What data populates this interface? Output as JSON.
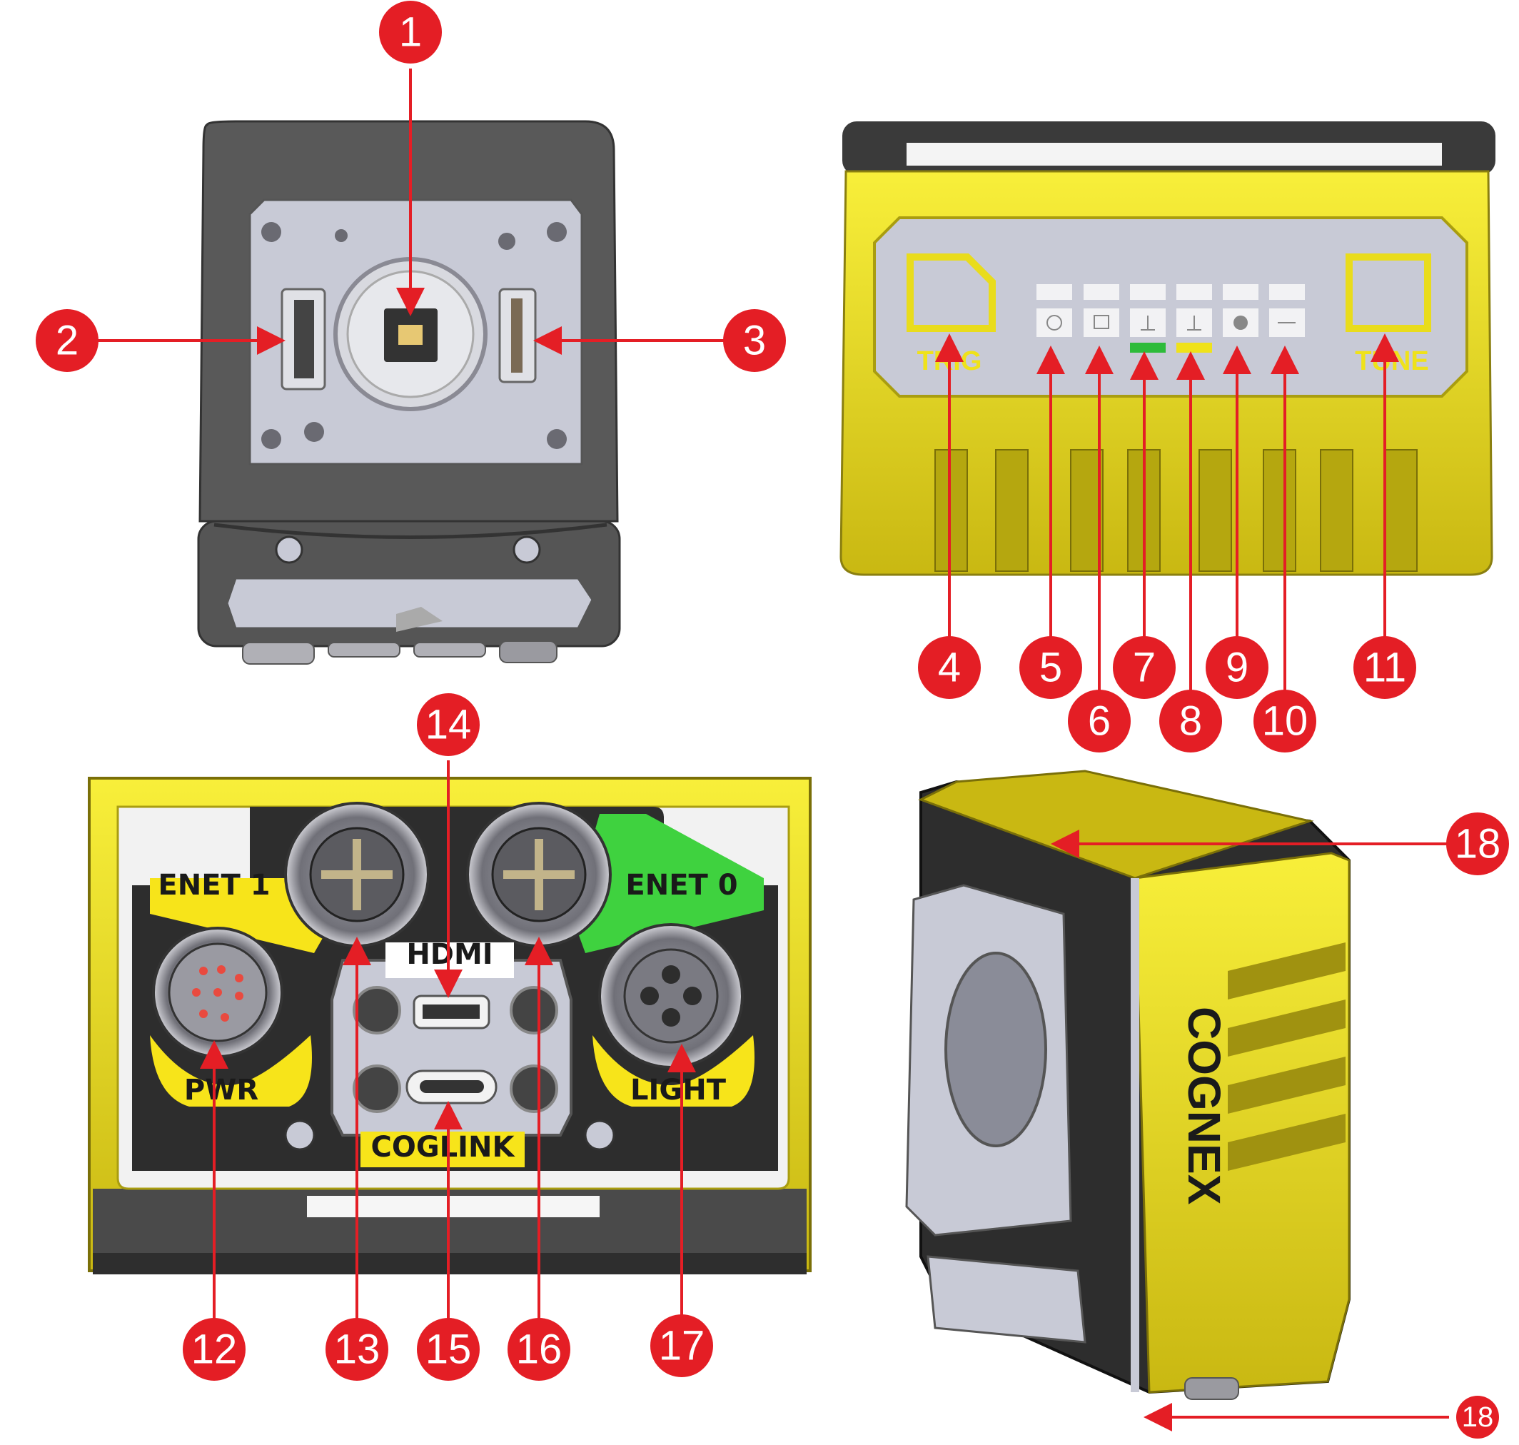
{
  "callouts": [
    "1",
    "2",
    "3",
    "4",
    "5",
    "6",
    "7",
    "8",
    "9",
    "10",
    "11",
    "12",
    "13",
    "14",
    "15",
    "16",
    "17",
    "18",
    "18"
  ],
  "top_view": {
    "button_left": "TRIG",
    "button_right": "TUNE",
    "led_icons": [
      "power-icon",
      "trigger-icon",
      "network-icon",
      "network-icon",
      "error-icon",
      "usb-icon"
    ]
  },
  "connector_view": {
    "labels": [
      "ENET 1",
      "ENET 0",
      "HDMI",
      "PWR",
      "COGLINK",
      "LIGHT"
    ]
  },
  "perspective_view": {
    "logo": "COGNEX"
  },
  "colors": {
    "callout_red": "#e41e25",
    "body_yellow": "#f2e624",
    "body_dark": "#595959",
    "panel_grey": "#c8cad6",
    "enet0_green": "#3fd23f",
    "enet1_yellow": "#f7e41a"
  }
}
